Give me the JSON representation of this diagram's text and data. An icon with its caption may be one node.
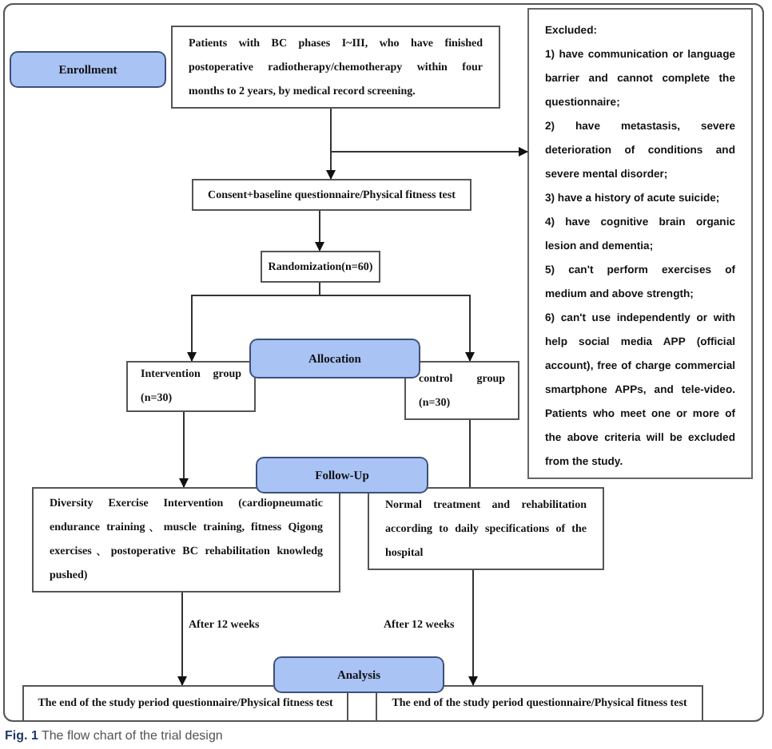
{
  "diagram": {
    "caption": "**Fig. 1** The flow chart of the trial design",
    "nodes": [
      {
        "text": [
          "Enrollment"
        ]
      },
      {
        "text": [
          "Patients with BC phases I~III, who have finished postoperative radiotherapy/chemotherapy within four months to 2 years, by medical record screening."
        ]
      },
      {
        "text": [
          "Excluded:",
          "1) have communication or language barrier and cannot complete the questionnaire;",
          "2) have metastasis, severe deterioration of conditions and severe mental disorder;",
          "3) have a history of acute suicide;",
          "4) have cognitive brain organic lesion and dementia;",
          "5) can't perform exercises of medium and above strength;",
          "6) can't use independently or with help social media APP (official account), free of charge commercial smartphone APPs, and tele-video. Patients who meet one or more of the above criteria will be excluded from the study."
        ]
      },
      {
        "text": [
          "Consent+baseline questionnaire/Physical fitness test"
        ]
      },
      {
        "text": [
          "Randomization(n=60)"
        ]
      },
      {
        "text": [
          "Intervention group",
          "(n=30)"
        ]
      },
      {
        "text": [
          "Allocation"
        ]
      },
      {
        "text": [
          "control group",
          "(n=30)"
        ]
      },
      {
        "text": [
          "Follow-Up"
        ]
      },
      {
        "text": [
          "Diversity Exercise Intervention (cardiopneumatic endurance training、muscle training, fitness Qigong exercises、postoperative BC rehabilitation knowledg pushed)"
        ]
      },
      {
        "text": [
          "Normal treatment and rehabilitation according to daily specifications of the hospital"
        ]
      },
      {
        "text": [
          "Analysis"
        ]
      },
      {
        "text": [
          "The end of the study period questionnaire/Physical fitness test"
        ]
      },
      {
        "text": [
          "The end of the study period questionnaire/Physical fitness test"
        ]
      }
    ],
    "edges": [
      {
        "from": 1,
        "to": 3,
        "arrow": "to"
      },
      {
        "from": 1,
        "to": 2,
        "arrow": "to"
      },
      {
        "from": 3,
        "to": 4,
        "arrow": "to"
      },
      {
        "from": 4,
        "to": 5,
        "arrow": "to"
      },
      {
        "from": 4,
        "to": 7,
        "arrow": "to"
      },
      {
        "from": 5,
        "to": 9,
        "arrow": "to"
      },
      {
        "from": 7,
        "to": 10,
        "arrow": "none"
      },
      {
        "from": 9,
        "to": 12,
        "arrow": "to",
        "label": "After 12 weeks"
      },
      {
        "from": 10,
        "to": 13,
        "arrow": "to",
        "label": "After 12 weeks"
      }
    ]
  }
}
